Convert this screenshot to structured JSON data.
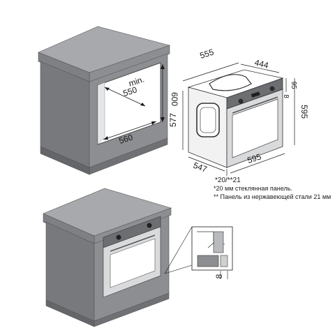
{
  "cabinet_dims": {
    "min_label": "min.",
    "depth_min": "550",
    "width": "560",
    "height": "600"
  },
  "oven_dims": {
    "top_depth": "555",
    "top_width": "444",
    "side_depth": "547",
    "front_width": "595",
    "height_left": "577",
    "height_right": "595",
    "panel_height": "95",
    "panel_step": "8",
    "panel_thickness": "*20/**21"
  },
  "detail_dims": {
    "gap": "8"
  },
  "notes": {
    "note1": "*20 мм стеклянная панель.",
    "note2": "** Панель из нержавеющей стали 21 мм"
  },
  "colors": {
    "cabinet_top": "#a7a9ac",
    "cabinet_front": "#8c8e91",
    "cabinet_side": "#77797c",
    "oven_panel": "#6d6e71",
    "oven_door": "#d9dadc",
    "line": "#1a1a1a"
  }
}
